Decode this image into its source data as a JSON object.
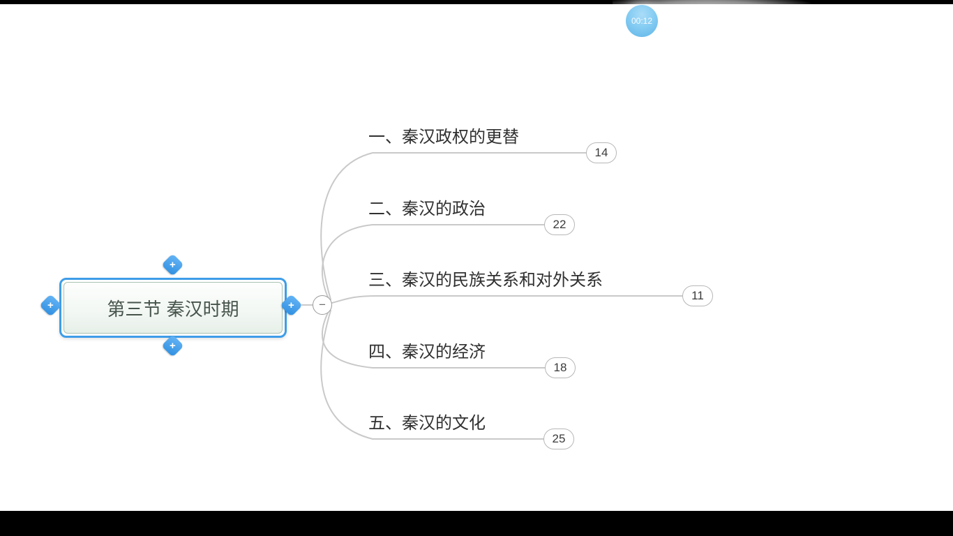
{
  "overlay": {
    "timer": "00:12"
  },
  "mindmap": {
    "root": {
      "label": "第三节 秦汉时期"
    },
    "collapse_button": "−",
    "handles": {
      "plus": "+"
    },
    "branches": [
      {
        "label": "一、秦汉政权的更替",
        "badge": "14"
      },
      {
        "label": "二、秦汉的政治",
        "badge": "22"
      },
      {
        "label": "三、秦汉的民族关系和对外关系",
        "badge": "11"
      },
      {
        "label": "四、秦汉的经济",
        "badge": "18"
      },
      {
        "label": "五、秦汉的文化",
        "badge": "25"
      }
    ]
  },
  "colors": {
    "selection_blue": "#3e9de8",
    "branch_line_gray": "#c9c9c9",
    "badge_border": "#b7b7b7",
    "timer_blue": "#86cdf3",
    "letterbox_black": "#000000"
  }
}
